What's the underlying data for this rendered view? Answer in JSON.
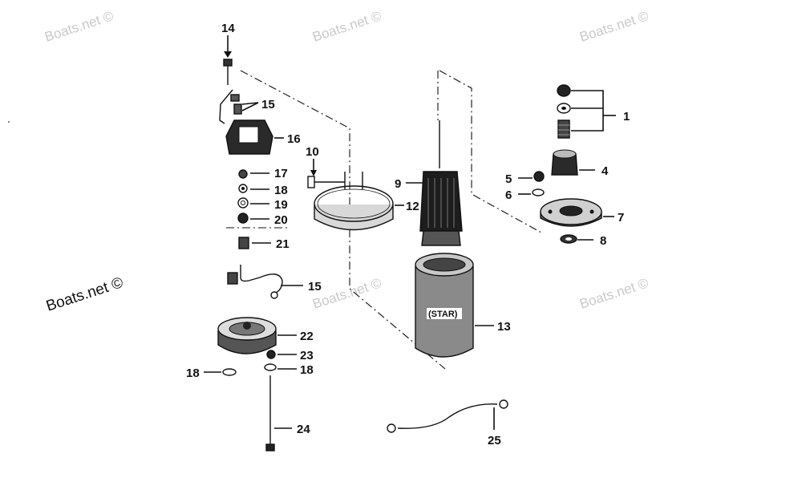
{
  "watermarks": {
    "light": [
      "Boats.net ©",
      "Boats.net ©",
      "Boats.net ©",
      "Boats.net ©",
      "Boats.net ©"
    ],
    "dark": "Boats.net ©"
  },
  "callouts": {
    "c1": "1",
    "c4": "4",
    "c5": "5",
    "c6": "6",
    "c7": "7",
    "c8": "8",
    "c9": "9",
    "c10": "10",
    "c12": "12",
    "c13": "13",
    "c14": "14",
    "c15a": "15",
    "c15b": "15",
    "c16": "16",
    "c17": "17",
    "c18a": "18",
    "c18b": "18",
    "c18c": "18",
    "c19": "19",
    "c20": "20",
    "c21": "21",
    "c22": "22",
    "c23": "23",
    "c24": "24",
    "c25": "25"
  },
  "part_text": {
    "frame_label": "(STAR)"
  },
  "colors": {
    "ink": "#111111",
    "watermark": "#c9c9c9",
    "background": "#ffffff"
  }
}
